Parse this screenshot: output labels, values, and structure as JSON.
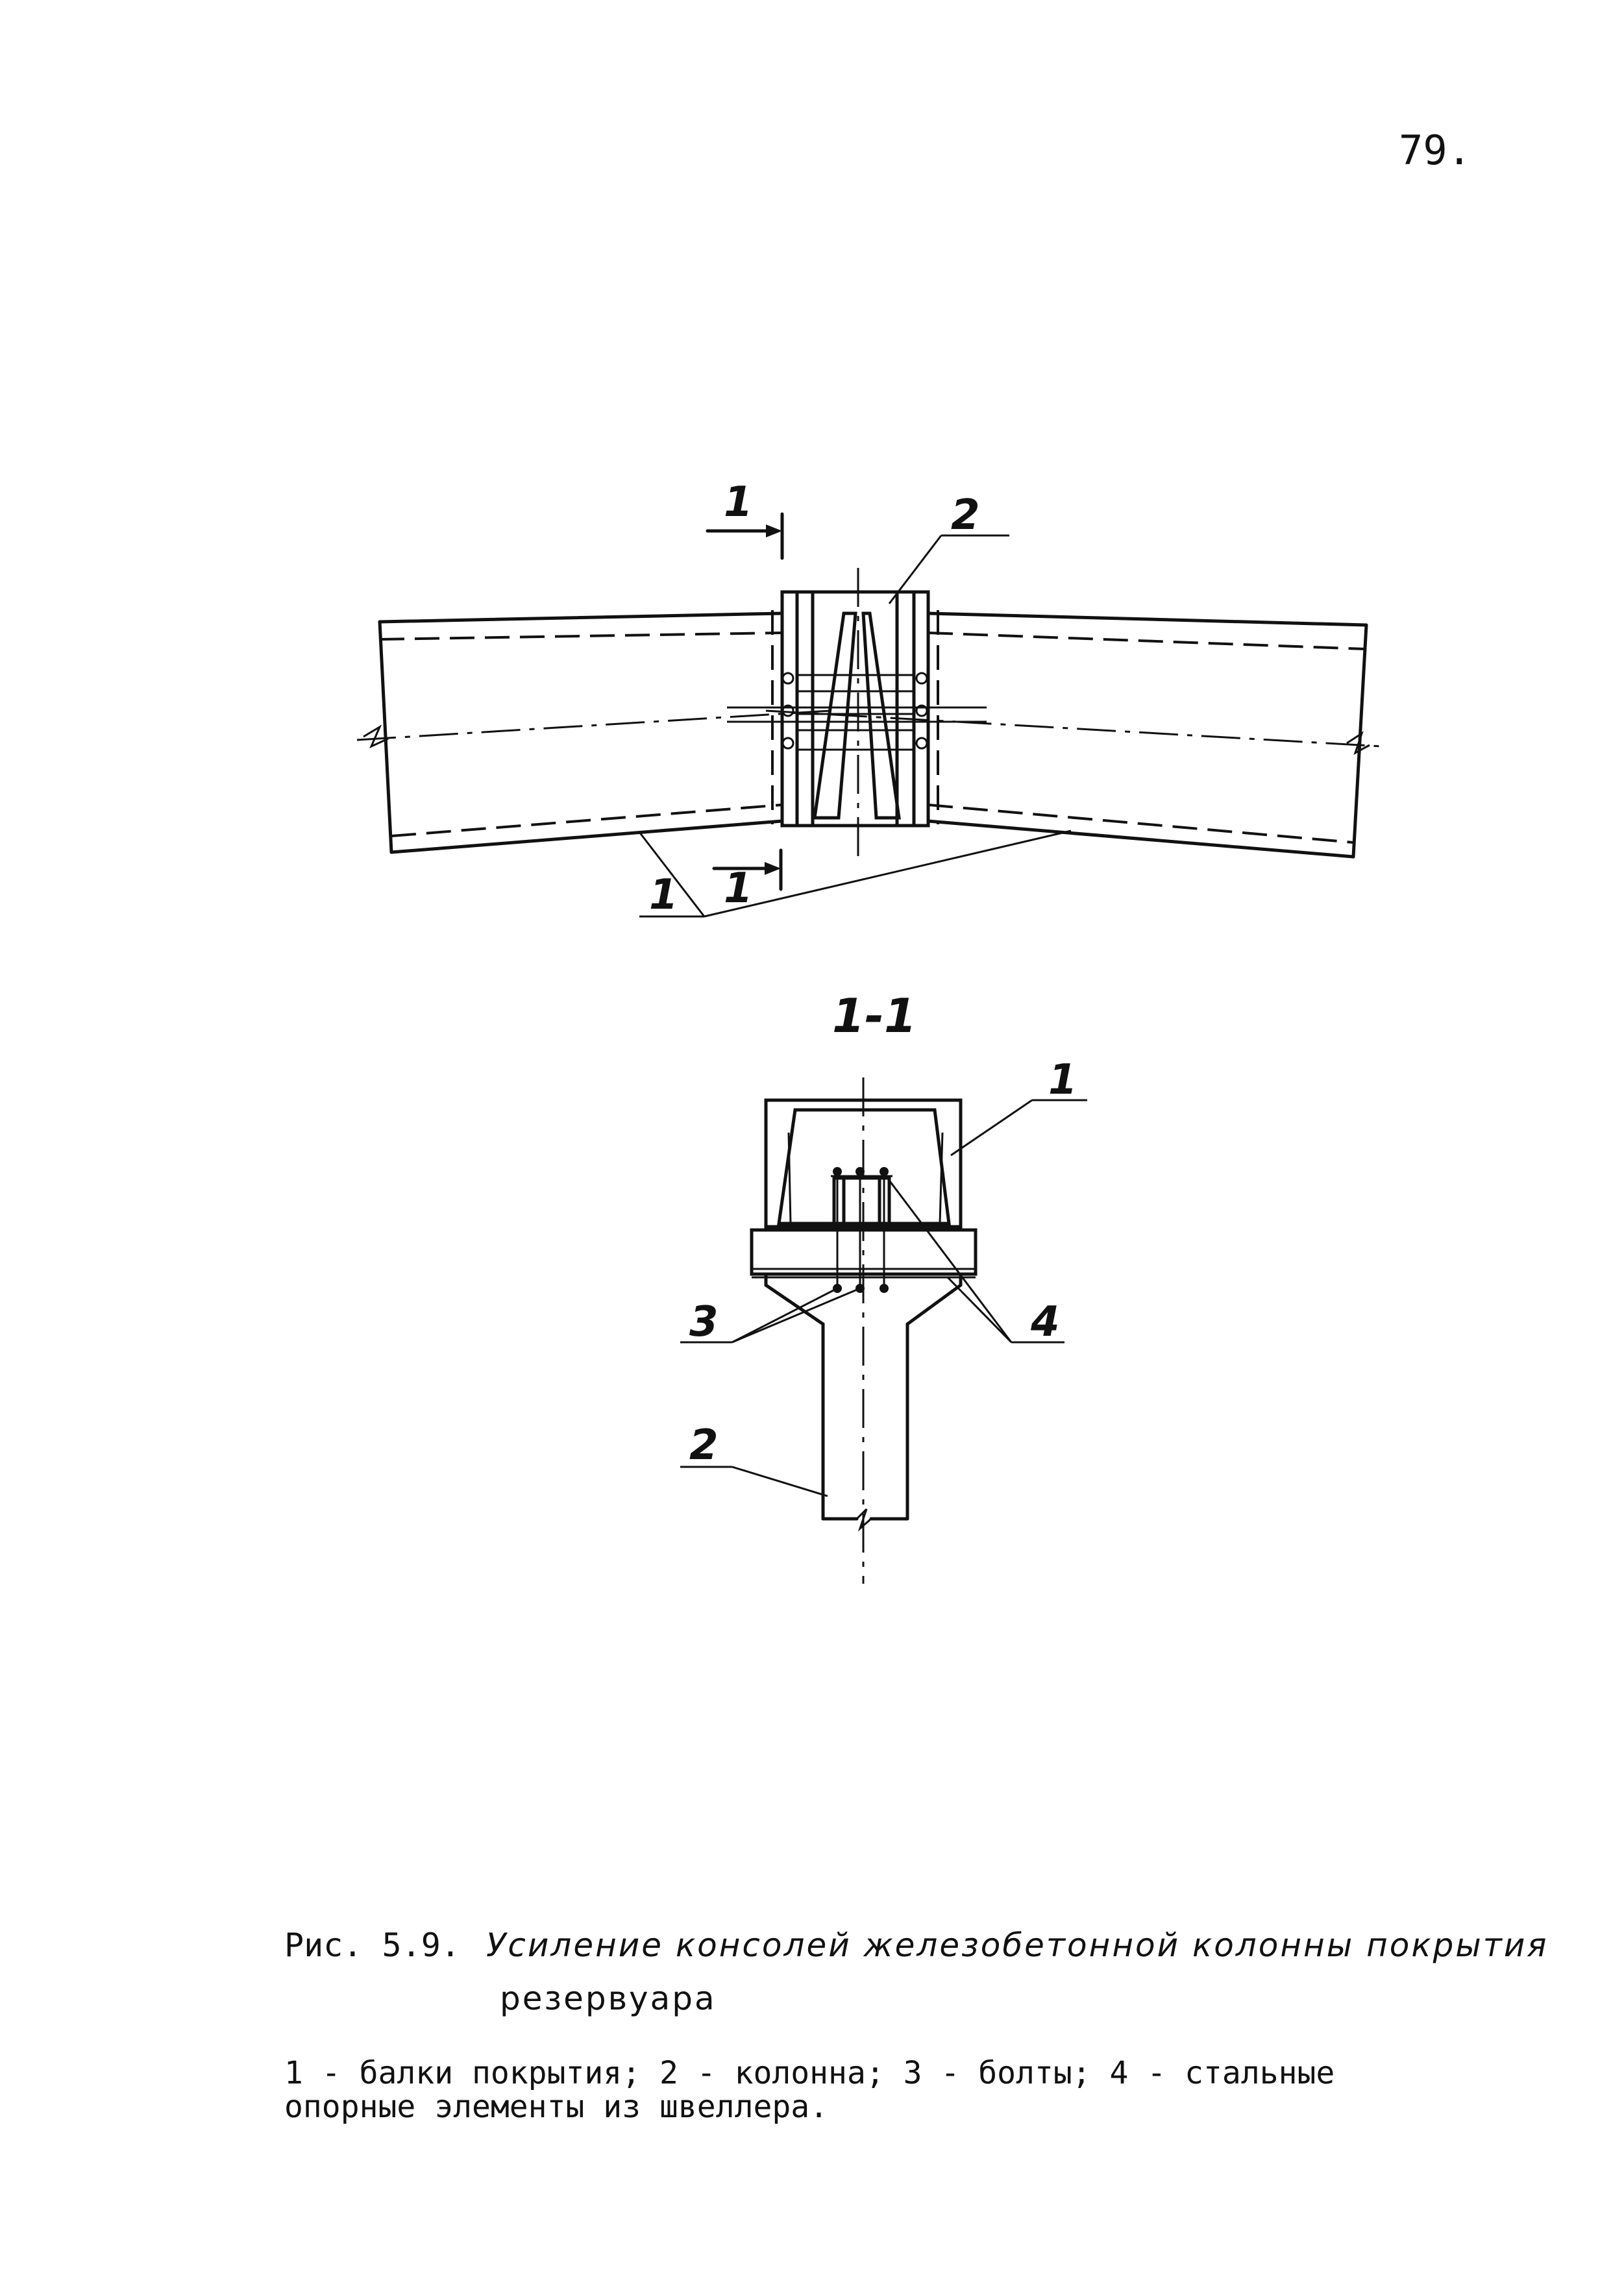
{
  "page_number": "79.",
  "callouts": {
    "plan_section_top": "1",
    "plan_section_bottom": "1",
    "plan_column": "2",
    "plan_beams": "1",
    "section_title": "1-1",
    "section_beam": "1",
    "section_column": "2",
    "section_bolts": "3",
    "section_channels": "4"
  },
  "caption": {
    "label": "Рис. 5.9.",
    "title_line_1": "Усиление консолей железобетонной колонны покрытия",
    "title_line_2": "резервуара"
  },
  "legend": {
    "line_1": "1 - балки покрытия; 2 - колонна; 3 - болты; 4 - стальные",
    "line_2": "опорные элементы из швеллера."
  }
}
